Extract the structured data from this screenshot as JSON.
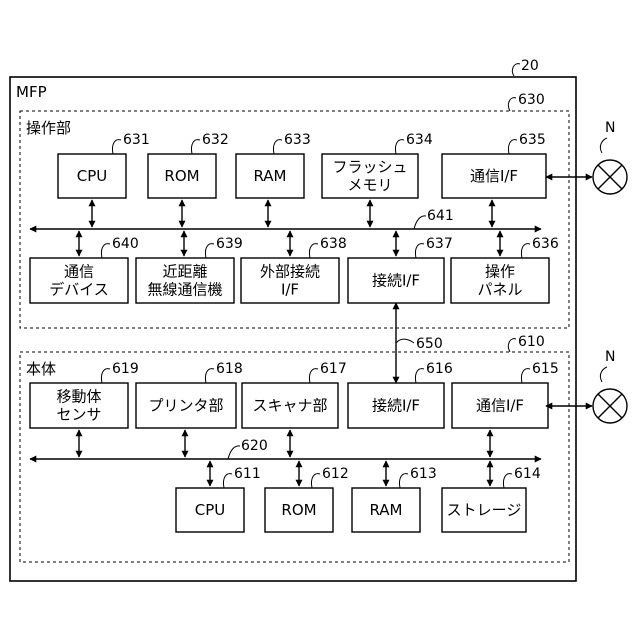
{
  "diagram": {
    "mfp": {
      "label": "MFP",
      "ref": "20"
    },
    "operation": {
      "label": "操作部",
      "ref": "630",
      "bus_ref": "641",
      "upper": [
        {
          "id": "cpu",
          "lines": [
            "CPU"
          ],
          "ref": "631"
        },
        {
          "id": "rom",
          "lines": [
            "ROM"
          ],
          "ref": "632"
        },
        {
          "id": "ram",
          "lines": [
            "RAM"
          ],
          "ref": "633"
        },
        {
          "id": "flash",
          "lines": [
            "フラッシュ",
            "メモリ"
          ],
          "ref": "634"
        },
        {
          "id": "comm-if",
          "lines": [
            "通信I/F"
          ],
          "ref": "635"
        }
      ],
      "lower": [
        {
          "id": "comm-device",
          "lines": [
            "通信",
            "デバイス"
          ],
          "ref": "640"
        },
        {
          "id": "nfc",
          "lines": [
            "近距離",
            "無線通信機"
          ],
          "ref": "639"
        },
        {
          "id": "ext-if",
          "lines": [
            "外部接続",
            "I/F"
          ],
          "ref": "638"
        },
        {
          "id": "conn-if",
          "lines": [
            "接続I/F"
          ],
          "ref": "637"
        },
        {
          "id": "panel",
          "lines": [
            "操作",
            "パネル"
          ],
          "ref": "636"
        }
      ]
    },
    "body": {
      "label": "本体",
      "ref": "610",
      "bus_ref": "620",
      "upper": [
        {
          "id": "motion-sensor",
          "lines": [
            "移動体",
            "センサ"
          ],
          "ref": "619"
        },
        {
          "id": "printer",
          "lines": [
            "プリンタ部"
          ],
          "ref": "618"
        },
        {
          "id": "scanner",
          "lines": [
            "スキャナ部"
          ],
          "ref": "617"
        },
        {
          "id": "conn-if",
          "lines": [
            "接続I/F"
          ],
          "ref": "616"
        },
        {
          "id": "comm-if",
          "lines": [
            "通信I/F"
          ],
          "ref": "615"
        }
      ],
      "lower": [
        {
          "id": "cpu",
          "lines": [
            "CPU"
          ],
          "ref": "611"
        },
        {
          "id": "rom",
          "lines": [
            "ROM"
          ],
          "ref": "612"
        },
        {
          "id": "ram",
          "lines": [
            "RAM"
          ],
          "ref": "613"
        },
        {
          "id": "storage",
          "lines": [
            "ストレージ"
          ],
          "ref": "614"
        }
      ]
    },
    "link_ref": "650",
    "network_label": "N"
  }
}
